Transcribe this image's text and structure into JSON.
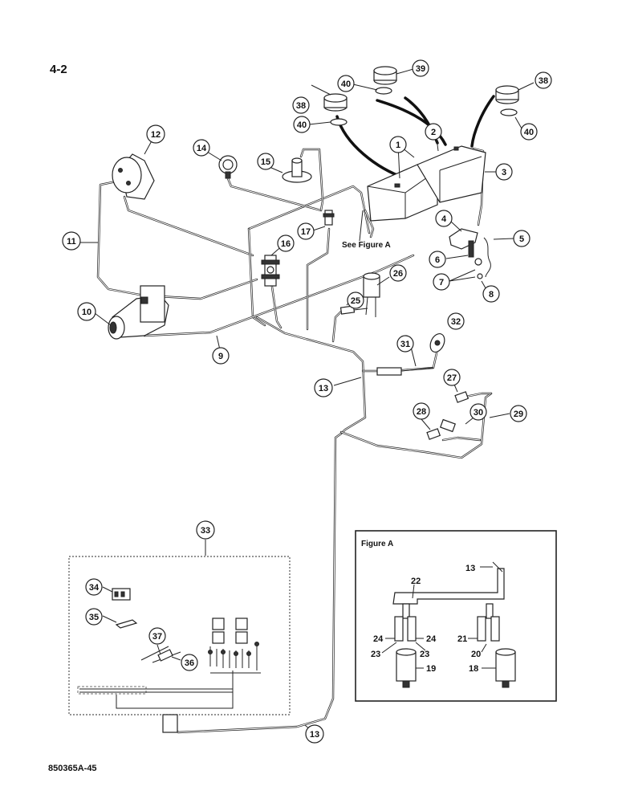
{
  "page_label": "4-2",
  "footer_code": "850365A-45",
  "note_see_figure": "See Figure A",
  "figure_a_title": "Figure A",
  "callouts": {
    "c1": "1",
    "c2": "2",
    "c3": "3",
    "c4": "4",
    "c5": "5",
    "c6": "6",
    "c7": "7",
    "c8": "8",
    "c9": "9",
    "c10": "10",
    "c11": "11",
    "c12": "12",
    "c13a": "13",
    "c13b": "13",
    "c14": "14",
    "c15": "15",
    "c16": "16",
    "c17": "17",
    "c25": "25",
    "c26": "26",
    "c27": "27",
    "c28": "28",
    "c29": "29",
    "c30": "30",
    "c31": "31",
    "c32": "32",
    "c33": "33",
    "c34": "34",
    "c35": "35",
    "c36": "36",
    "c37": "37",
    "c38a": "38",
    "c38b": "38",
    "c39": "39",
    "c40a": "40",
    "c40b": "40",
    "c40c": "40"
  },
  "figure_a_labels": {
    "l13": "13",
    "l22": "22",
    "l24a": "24",
    "l24b": "24",
    "l23a": "23",
    "l23b": "23",
    "l19": "19",
    "l21": "21",
    "l20": "20",
    "l18": "18"
  }
}
